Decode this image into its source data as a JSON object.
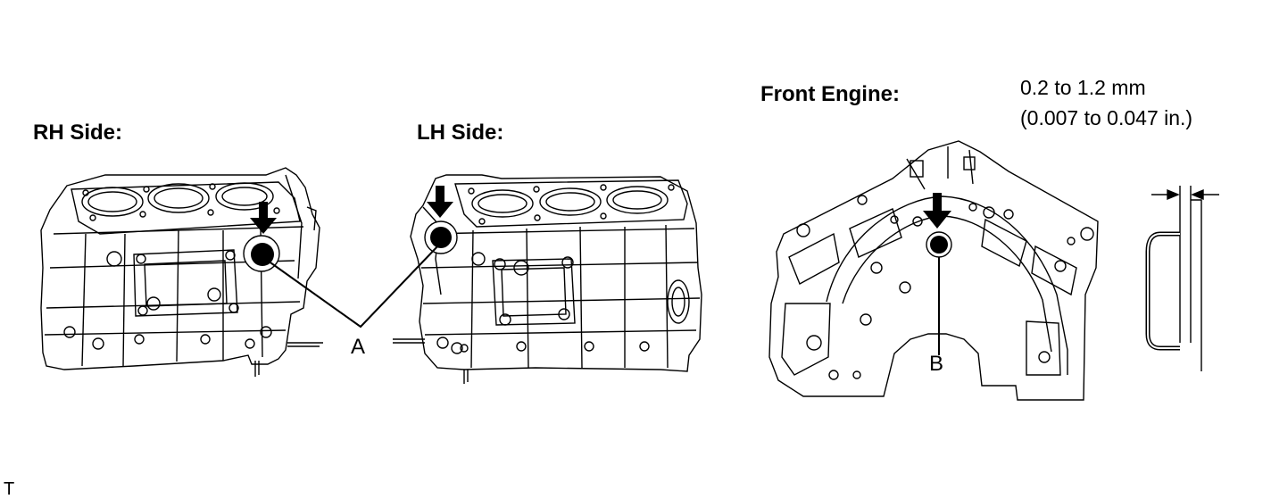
{
  "labels": {
    "rh_side": "RH Side:",
    "lh_side": "LH Side:",
    "front_engine": "Front Engine:",
    "spec_mm": "0.2 to 1.2 mm",
    "spec_in": "(0.007 to 0.047 in.)",
    "callout_a": "A",
    "callout_b": "B",
    "figure_code": "T"
  }
}
